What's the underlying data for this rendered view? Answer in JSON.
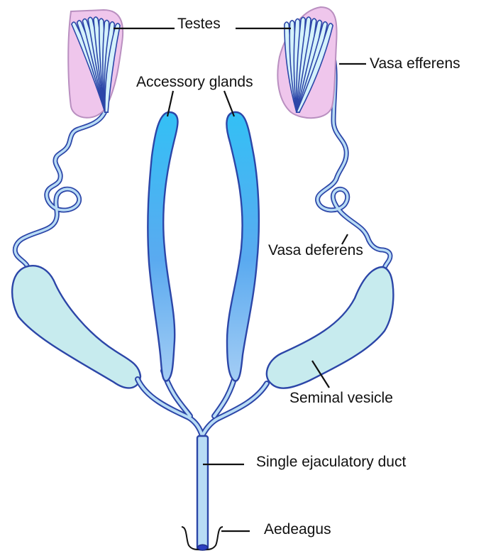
{
  "labels": {
    "testes": "Testes",
    "vasa_efferens": "Vasa efferens",
    "accessory_glands": "Accessory glands",
    "vasa_deferens": "Vasa deferens",
    "seminal_vesicle": "Seminal vesicle",
    "ejaculatory_duct": "Single ejaculatory duct",
    "aedeagus": "Aedeagus"
  },
  "colors": {
    "testis_fill": "#efc6ec",
    "testis_outline": "#b98fc0",
    "follicle_fill": "#d5f2fb",
    "duct_outline": "#2c46a8",
    "duct_fill": "#b8dcf5",
    "gland_top": "#33c0f5",
    "gland_bottom": "#9cc8f4",
    "vesicle_fill": "#c7ebee",
    "label_color": "#111111"
  }
}
